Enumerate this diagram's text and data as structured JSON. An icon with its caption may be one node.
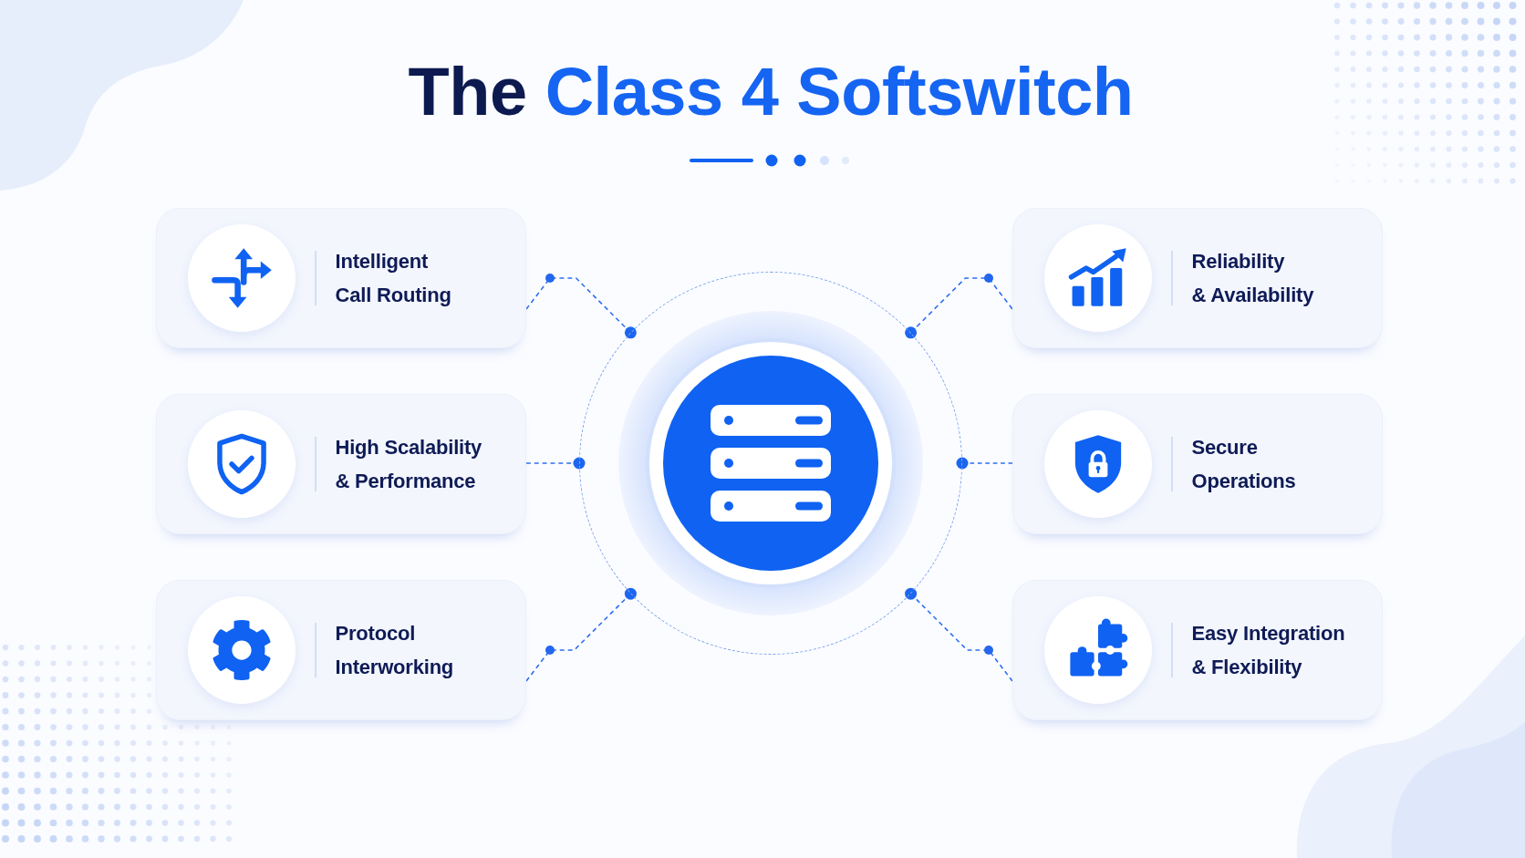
{
  "diagram": {
    "title": "The Class 4 Softswitch",
    "nodes": [
      {
        "text": [
          "Intelligent Call Routing"
        ]
      },
      {
        "text": [
          "Reliability & Availability"
        ]
      },
      {
        "text": [
          "High Scalability & Performance"
        ]
      },
      {
        "text": [],
        "shape": "circle"
      },
      {
        "text": [
          "Secure Operations"
        ]
      },
      {
        "text": [
          "Protocol Interworking"
        ]
      },
      {
        "text": [
          "Easy Integration & Flexibility"
        ]
      }
    ],
    "edges": [
      {
        "from": 3,
        "to": 0,
        "arrow": "other",
        "style": "dashed"
      },
      {
        "from": 3,
        "to": 1,
        "arrow": "other",
        "style": "dashed"
      },
      {
        "from": 3,
        "to": 2,
        "arrow": "other",
        "style": "dashed"
      },
      {
        "from": 3,
        "to": 4,
        "arrow": "other",
        "style": "dashed"
      },
      {
        "from": 3,
        "to": 5,
        "arrow": "other",
        "style": "dashed"
      },
      {
        "from": 3,
        "to": 6,
        "arrow": "other",
        "style": "dashed"
      }
    ]
  }
}
